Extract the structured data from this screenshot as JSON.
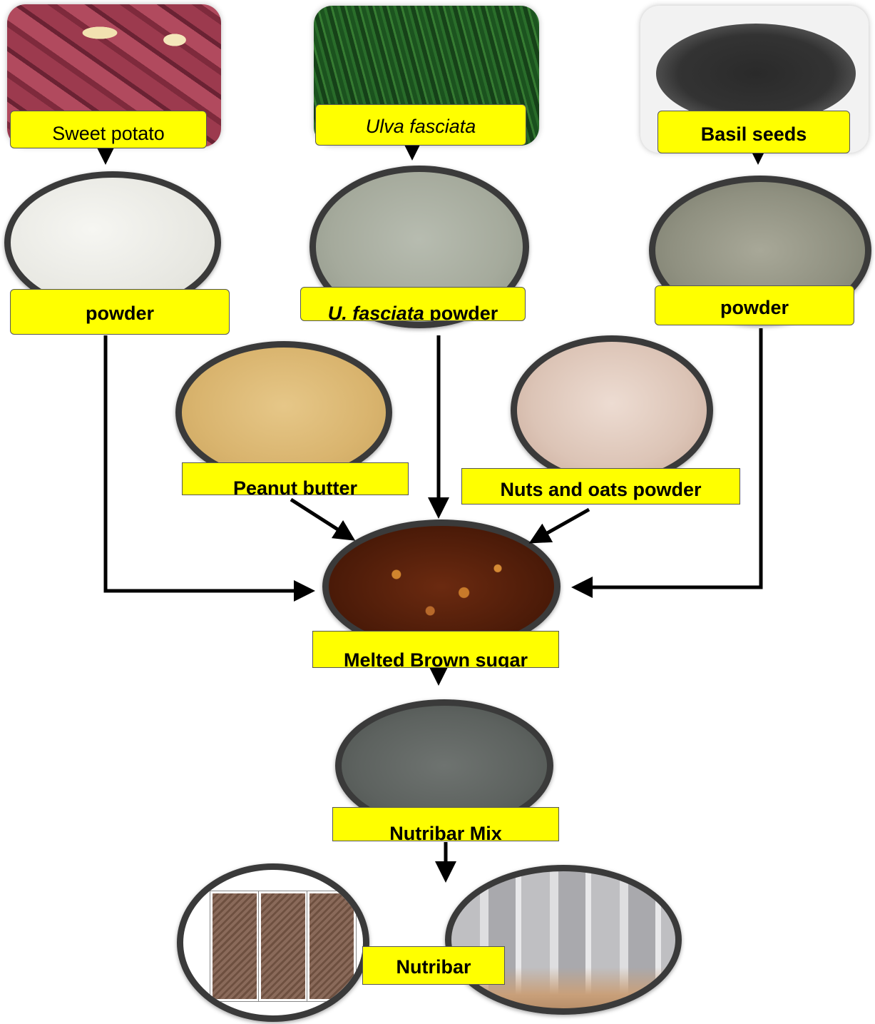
{
  "nodes": {
    "sweet_potato": {
      "label": "Sweet potato"
    },
    "ulva_fasciata": {
      "label": "Ulva fasciata"
    },
    "basil_seeds": {
      "label": "Basil seeds"
    },
    "sweet_potato_powder": {
      "label": "powder"
    },
    "u_fasciata_powder": {
      "label_italic": "U. fasciata",
      "label_rest": " powder"
    },
    "basil_powder": {
      "label": "powder"
    },
    "peanut_butter": {
      "label": "Peanut butter"
    },
    "nuts_oats_powder": {
      "label": "Nuts and oats powder"
    },
    "melted_brown_sugar": {
      "label": "Melted Brown sugar"
    },
    "nutribar_mix": {
      "label": "Nutribar Mix"
    },
    "nutribar": {
      "label": "Nutribar"
    }
  },
  "colors": {
    "label_fill": "#ffff00",
    "arrow": "#000000",
    "ellipse_border": "#3a3a3a"
  }
}
